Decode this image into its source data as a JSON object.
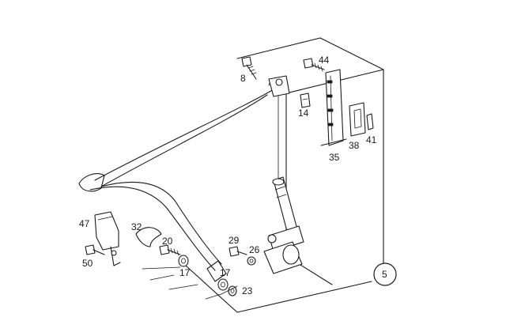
{
  "diagram": {
    "callouts": {
      "c8": "8",
      "c44": "44",
      "c14": "14",
      "c35": "35",
      "c38": "38",
      "c41": "41",
      "c47": "47",
      "c50": "50",
      "c32": "32",
      "c20": "20",
      "c17a": "17",
      "c17b": "17",
      "c23": "23",
      "c29": "29",
      "c26": "26",
      "c5": "5"
    }
  }
}
